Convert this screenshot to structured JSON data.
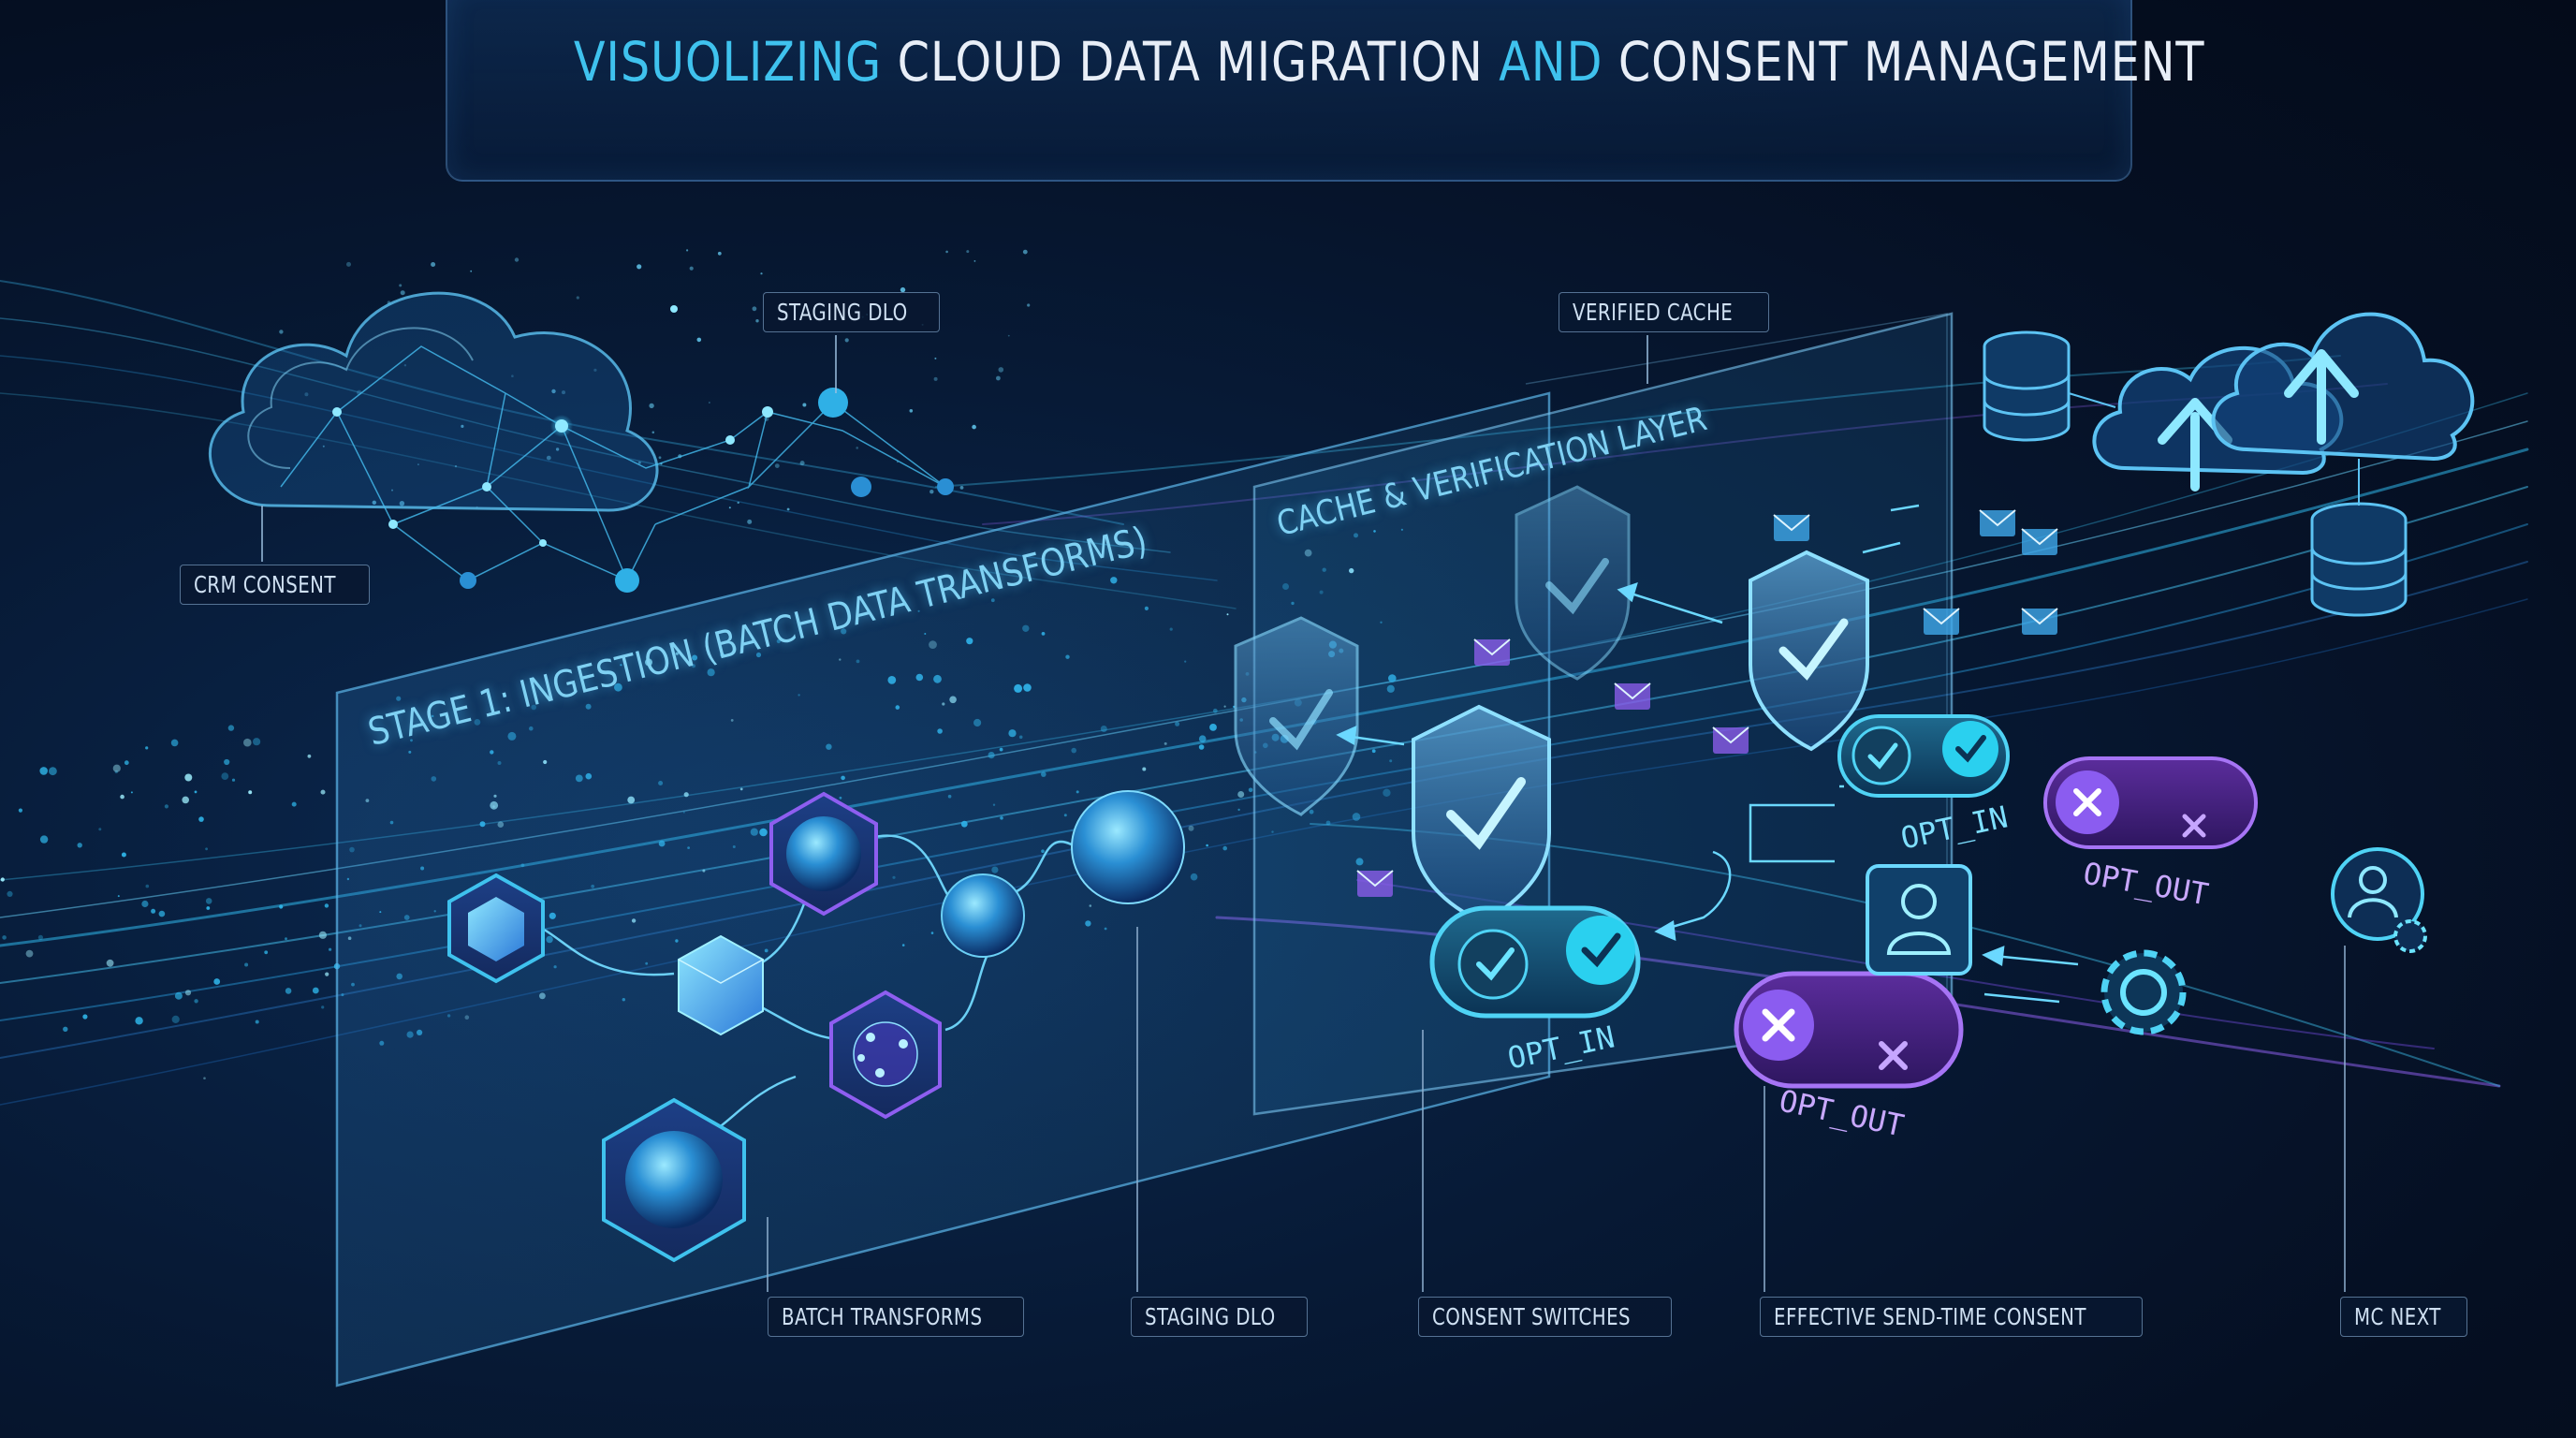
{
  "title": {
    "part1": "VISUOLIZING",
    "part2": " CLOUD DATA MIGRATION ",
    "part3": "AND",
    "part4": " CONSENT MANAGEMENT"
  },
  "panels": {
    "stage1": "STAGE 1: INGESTION (BATCH DATA TRANSFORMS)",
    "cache": "CACHE & VERIFICATION LAYER"
  },
  "tags": {
    "staging_top": "STAGING DLO",
    "verified_cache": "VERIFIED CACHE",
    "crm_consent": "CRM CONSENT",
    "batch_transforms": "BATCH TRANSFORMS",
    "staging_bottom": "STAGING DLO",
    "consent_switches": "CONSENT SWITCHES",
    "effective_consent": "EFFECTIVE SEND-TIME CONSENT",
    "mc_next": "MC NEXT"
  },
  "switches": {
    "opt_in_1": "OPT_IN",
    "opt_out_1": "OPT_OUT",
    "opt_in_2": "OPT_IN",
    "opt_out_2": "OPT_OUT"
  },
  "colors": {
    "accent_cyan": "#3fc2ee",
    "accent_purple": "#9b5cf0",
    "background": "#061630"
  }
}
